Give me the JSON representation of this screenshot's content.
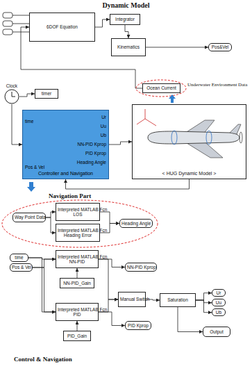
{
  "diagram": {
    "title": "Dynamic Model",
    "caption": "Control & Navigation",
    "nodes": [
      {
        "text": [
          "6DOF Equation"
        ]
      },
      {
        "text": [
          "Integrator"
        ]
      },
      {
        "text": [
          "Kinematics"
        ]
      },
      {
        "text": [
          "Pos&Vel"
        ]
      },
      {
        "text": [
          "Ocean Current"
        ]
      },
      {
        "text": [
          "Clock"
        ]
      },
      {
        "text": [
          "timer"
        ]
      },
      {
        "text": [
          "time",
          "Pos & Vel",
          "Ur",
          "Uu",
          "Ub",
          "NN-PID Kprop",
          "PID Kprop",
          "Heading Angle",
          "Controller and Navigation"
        ]
      },
      {
        "text": [
          "< HUG Dynamic Model >"
        ]
      },
      {
        "text": [
          "Way Point Data"
        ]
      },
      {
        "text": [
          "Interpreted MATLAB Fcn",
          "LOS"
        ]
      },
      {
        "text": [
          "Interpreted MATLAB Fcn",
          "Heading Error"
        ]
      },
      {
        "text": [
          "Heading Angle"
        ]
      },
      {
        "text": [
          "time"
        ]
      },
      {
        "text": [
          "Pos & Vel"
        ]
      },
      {
        "text": [
          "Interpreted MATLAB Fcn",
          "NN-PID"
        ]
      },
      {
        "text": [
          "NN-PID_Gain"
        ]
      },
      {
        "text": [
          "NN-PID Kprop"
        ]
      },
      {
        "text": [
          "Interpreted MATLAB Fcn",
          "PID"
        ]
      },
      {
        "text": [
          "PID_Gain"
        ]
      },
      {
        "text": [
          "PID Kprop"
        ]
      },
      {
        "text": [
          "Manual Switch"
        ]
      },
      {
        "text": [
          "Saturation"
        ]
      },
      {
        "text": [
          "Ur"
        ]
      },
      {
        "text": [
          "Uu"
        ]
      },
      {
        "text": [
          "Ub"
        ]
      },
      {
        "text": [
          "Output"
        ]
      }
    ],
    "edges": [
      {
        "from": 0,
        "to": 1,
        "arrow": "to"
      },
      {
        "from": 1,
        "to": 2,
        "arrow": "to"
      },
      {
        "from": 2,
        "to": 3,
        "arrow": "to"
      },
      {
        "from": 4,
        "to": 0,
        "arrow": "to"
      },
      {
        "from": 5,
        "to": 6,
        "arrow": "to"
      },
      {
        "from": 5,
        "to": 7,
        "arrow": "to"
      },
      {
        "from": 7,
        "to": 8,
        "arrow": "to"
      },
      {
        "from": 8,
        "to": 7,
        "arrow": "to"
      },
      {
        "from": 9,
        "to": 10,
        "arrow": "to"
      },
      {
        "from": 9,
        "to": 11,
        "arrow": "to"
      },
      {
        "from": 10,
        "to": 12,
        "arrow": "to"
      },
      {
        "from": 11,
        "to": 12,
        "arrow": "to"
      },
      {
        "from": 13,
        "to": 15,
        "arrow": "to"
      },
      {
        "from": 14,
        "to": 15,
        "arrow": "to"
      },
      {
        "from": 13,
        "to": 18,
        "arrow": "to"
      },
      {
        "from": 14,
        "to": 18,
        "arrow": "to"
      },
      {
        "from": 16,
        "to": 15,
        "arrow": "to"
      },
      {
        "from": 19,
        "to": 18,
        "arrow": "to"
      },
      {
        "from": 15,
        "to": 17,
        "arrow": "to"
      },
      {
        "from": 18,
        "to": 20,
        "arrow": "to"
      },
      {
        "from": 15,
        "to": 21,
        "arrow": "to"
      },
      {
        "from": 18,
        "to": 21,
        "arrow": "to"
      },
      {
        "from": 21,
        "to": 22,
        "arrow": "to"
      },
      {
        "from": 22,
        "to": 23,
        "arrow": "to"
      },
      {
        "from": 22,
        "to": 24,
        "arrow": "to"
      },
      {
        "from": 22,
        "to": 25,
        "arrow": "to"
      },
      {
        "from": 22,
        "to": 26,
        "arrow": "to"
      }
    ],
    "labels": [
      "Underwater Environment Data",
      "Navigation Part"
    ]
  }
}
